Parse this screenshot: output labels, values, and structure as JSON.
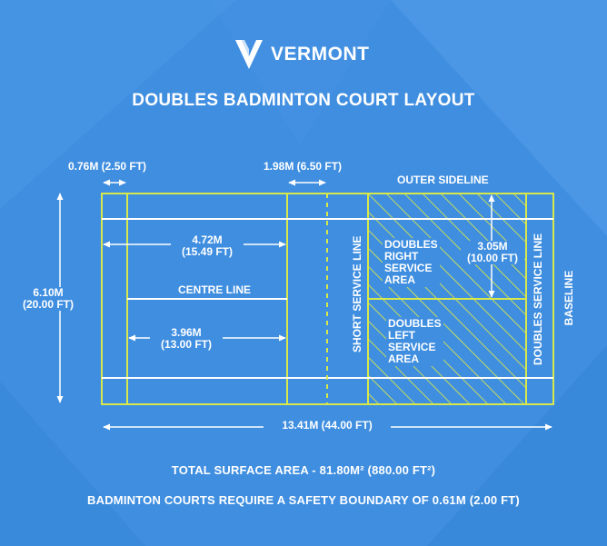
{
  "brand": {
    "name": "VERMONT"
  },
  "title": "DOUBLES BADMINTON COURT LAYOUT",
  "colors": {
    "background": "#3f8ee0",
    "court_lines": "#d8e84a",
    "white": "#ffffff"
  },
  "labels": {
    "alley_width": "0.76M (2.50 FT)",
    "back_service_depth": "1.98M (6.50 FT)",
    "outer_sideline": "OUTER SIDELINE",
    "centre_to_short_upper": [
      "4.72M",
      "(15.49 FT)"
    ],
    "centre_line": "CENTRE LINE",
    "centre_to_short_lower": [
      "3.96M",
      "(13.00 FT)"
    ],
    "court_width": [
      "6.10M",
      "(20.00 FT)"
    ],
    "short_service_line": "SHORT SERVICE LINE",
    "doubles_right_service_area": [
      "DOUBLES",
      "RIGHT",
      "SERVICE",
      "AREA"
    ],
    "service_half_width": [
      "3.05M",
      "(10.00 FT)"
    ],
    "doubles_left_service_area": [
      "DOUBLES",
      "LEFT",
      "SERVICE",
      "AREA"
    ],
    "doubles_service_line": "DOUBLES SERVICE LINE",
    "baseline": "BASELINE",
    "court_length": "13.41M (44.00 FT)"
  },
  "notes": {
    "surface_area": "TOTAL SURFACE AREA - 81.80M² (880.00 FT²)",
    "safety_boundary": "BADMINTON COURTS REQUIRE A SAFETY BOUNDARY OF 0.61M (2.00 FT)"
  }
}
